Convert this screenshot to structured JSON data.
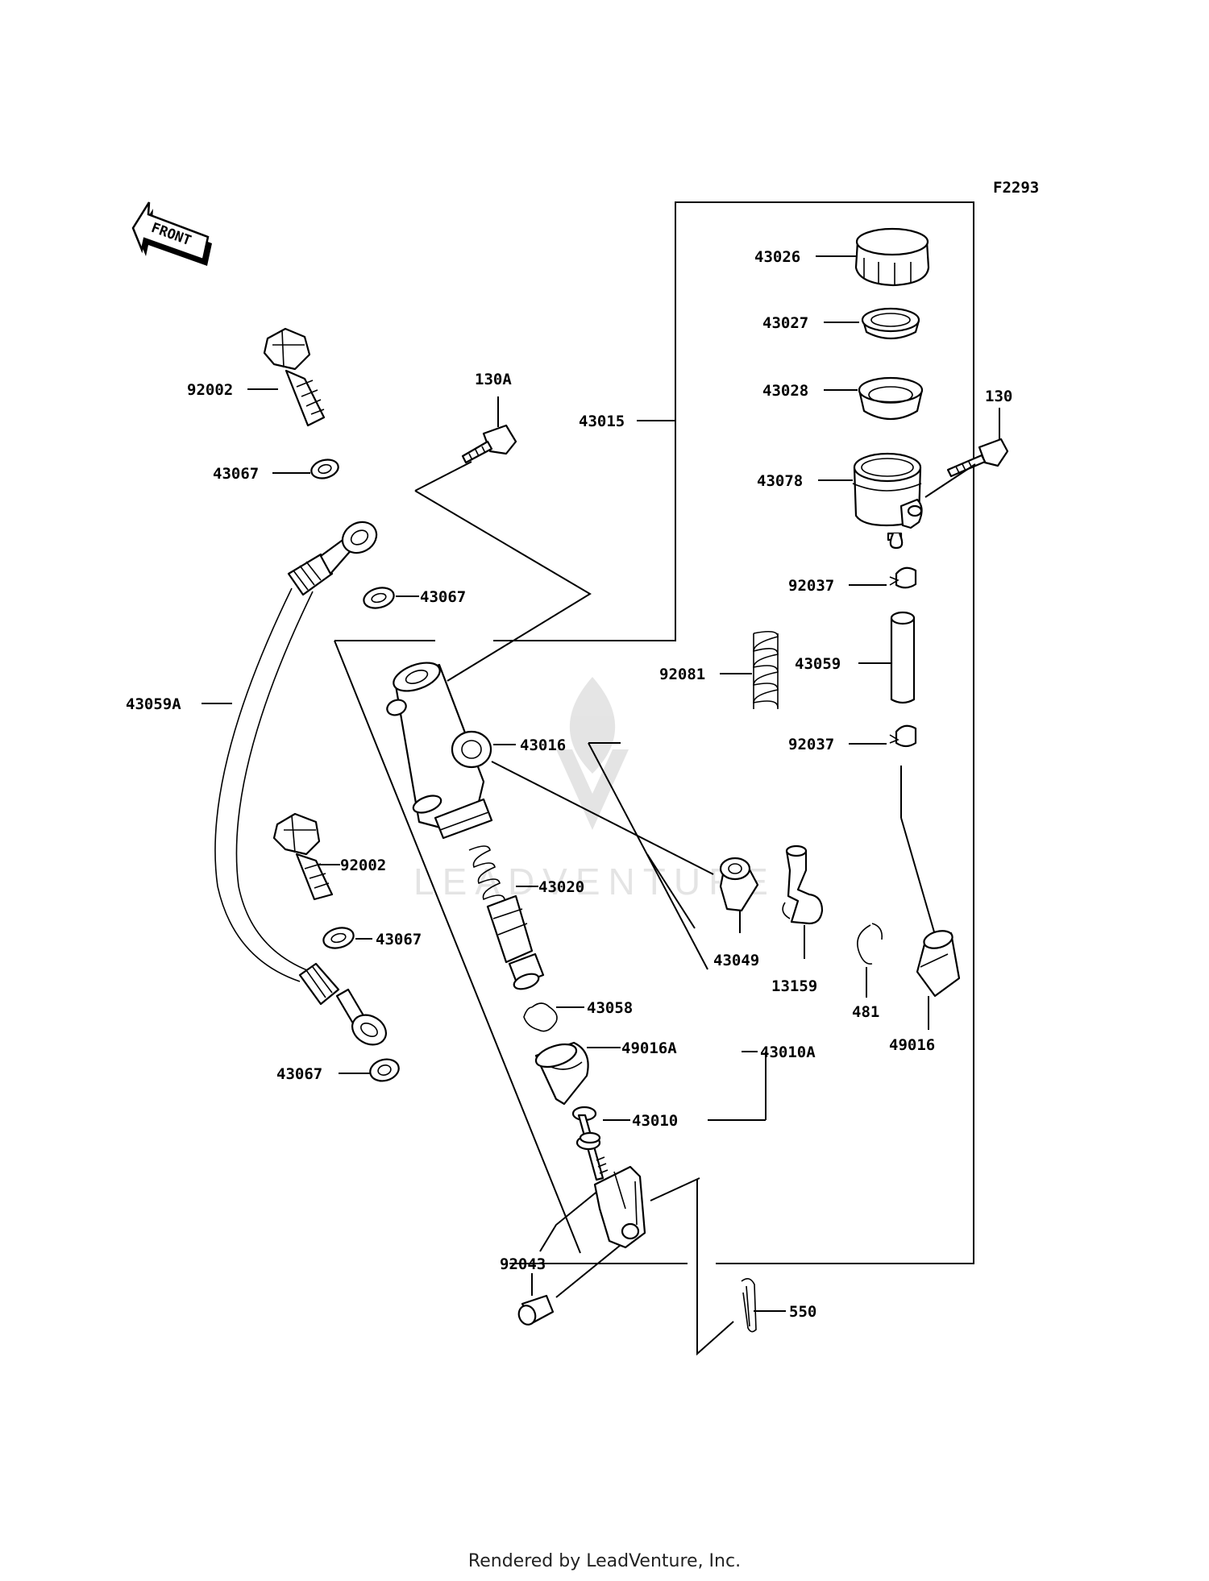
{
  "figure_code": "F2293",
  "front_label": "FRONT",
  "watermark": "LEADVENTURE",
  "footer": "Rendered by LeadVenture, Inc.",
  "parts": [
    {
      "id": "p43026",
      "label": "43026"
    },
    {
      "id": "p43027",
      "label": "43027"
    },
    {
      "id": "p43028",
      "label": "43028"
    },
    {
      "id": "p43078",
      "label": "43078"
    },
    {
      "id": "p130",
      "label": "130"
    },
    {
      "id": "p43015",
      "label": "43015"
    },
    {
      "id": "p130a",
      "label": "130A"
    },
    {
      "id": "p92002a",
      "label": "92002"
    },
    {
      "id": "p43067a",
      "label": "43067"
    },
    {
      "id": "p43067b",
      "label": "43067"
    },
    {
      "id": "p43059a",
      "label": "43059A"
    },
    {
      "id": "p92037a",
      "label": "92037"
    },
    {
      "id": "p92081",
      "label": "92081"
    },
    {
      "id": "p43059",
      "label": "43059"
    },
    {
      "id": "p92037b",
      "label": "92037"
    },
    {
      "id": "p43016",
      "label": "43016"
    },
    {
      "id": "p92002b",
      "label": "92002"
    },
    {
      "id": "p43020",
      "label": "43020"
    },
    {
      "id": "p43067c",
      "label": "43067"
    },
    {
      "id": "p43049",
      "label": "43049"
    },
    {
      "id": "p13159",
      "label": "13159"
    },
    {
      "id": "p481",
      "label": "481"
    },
    {
      "id": "p49016",
      "label": "49016"
    },
    {
      "id": "p43058",
      "label": "43058"
    },
    {
      "id": "p49016a",
      "label": "49016A"
    },
    {
      "id": "p43010a",
      "label": "43010A"
    },
    {
      "id": "p43067d",
      "label": "43067"
    },
    {
      "id": "p43010",
      "label": "43010"
    },
    {
      "id": "p92043",
      "label": "92043"
    },
    {
      "id": "p550",
      "label": "550"
    }
  ]
}
